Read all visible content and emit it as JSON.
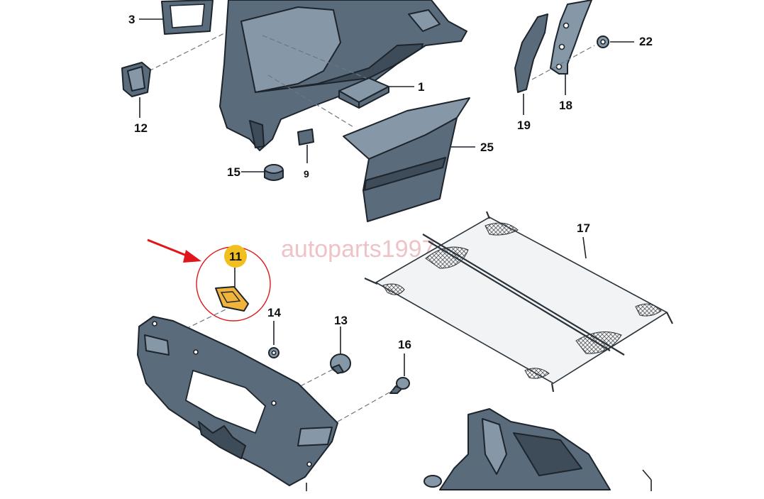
{
  "watermark": "autoparts1997",
  "highlight": {
    "callout": "11",
    "color_circle": "#e0161b",
    "color_badge": "#f2c01e",
    "color_part": "#f0b43c"
  },
  "callouts": {
    "c1": "1",
    "c3": "3",
    "c9": "9",
    "c12": "12",
    "c13": "13",
    "c14": "14",
    "c15": "15",
    "c16": "16",
    "c17": "17",
    "c18": "18",
    "c19": "19",
    "c22": "22",
    "c25": "25"
  },
  "colors": {
    "part_fill": "#5a6b7c",
    "outline": "#1d242b",
    "arrow": "#e0161b"
  }
}
